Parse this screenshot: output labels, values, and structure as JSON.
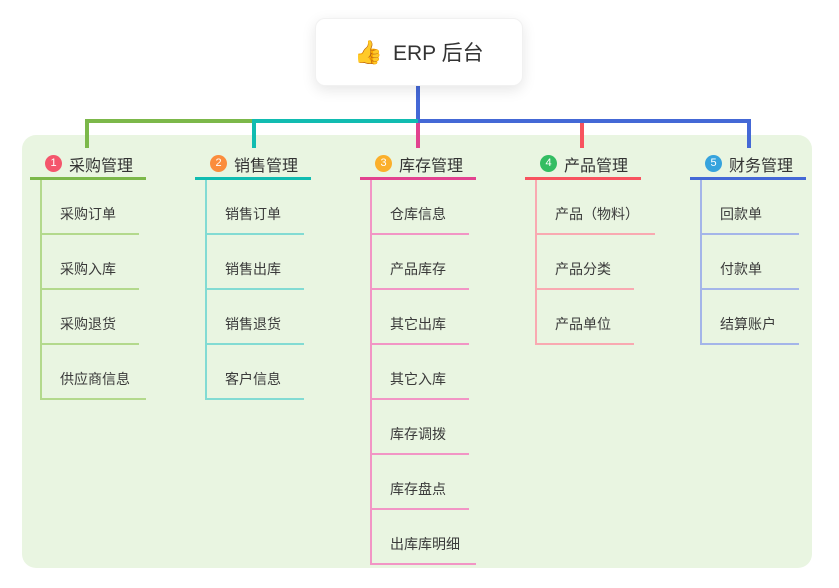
{
  "root": {
    "icon": "👍",
    "title": "ERP 后台"
  },
  "branches": [
    {
      "num": "1",
      "label": "采购管理",
      "badge_color": "#f4566c",
      "line_color": "#7cb84a",
      "child_line_color": "#b3d98c",
      "children": [
        "采购订单",
        "采购入库",
        "采购退货",
        "供应商信息"
      ]
    },
    {
      "num": "2",
      "label": "销售管理",
      "badge_color": "#fb8d3d",
      "line_color": "#11bcb1",
      "child_line_color": "#82dbd3",
      "children": [
        "销售订单",
        "销售出库",
        "销售退货",
        "客户信息"
      ]
    },
    {
      "num": "3",
      "label": "库存管理",
      "badge_color": "#fbaf2b",
      "line_color": "#e2428f",
      "child_line_color": "#f295c5",
      "children": [
        "仓库信息",
        "产品库存",
        "其它出库",
        "其它入库",
        "库存调拨",
        "库存盘点",
        "出库库明细"
      ]
    },
    {
      "num": "4",
      "label": "产品管理",
      "badge_color": "#33bd62",
      "line_color": "#f8535f",
      "child_line_color": "#f9a9b1",
      "children": [
        "产品（物料）",
        "产品分类",
        "产品单位"
      ]
    },
    {
      "num": "5",
      "label": "财务管理",
      "badge_color": "#36a3dd",
      "line_color": "#4468d6",
      "child_line_color": "#a4b5e9",
      "children": [
        "回款单",
        "付款单",
        "结算账户"
      ]
    }
  ],
  "canvas": {
    "background": "#ffffff",
    "panel_color": "#e9f5e1",
    "text_color": "#333333",
    "root_connector_color": "#4468d6"
  }
}
